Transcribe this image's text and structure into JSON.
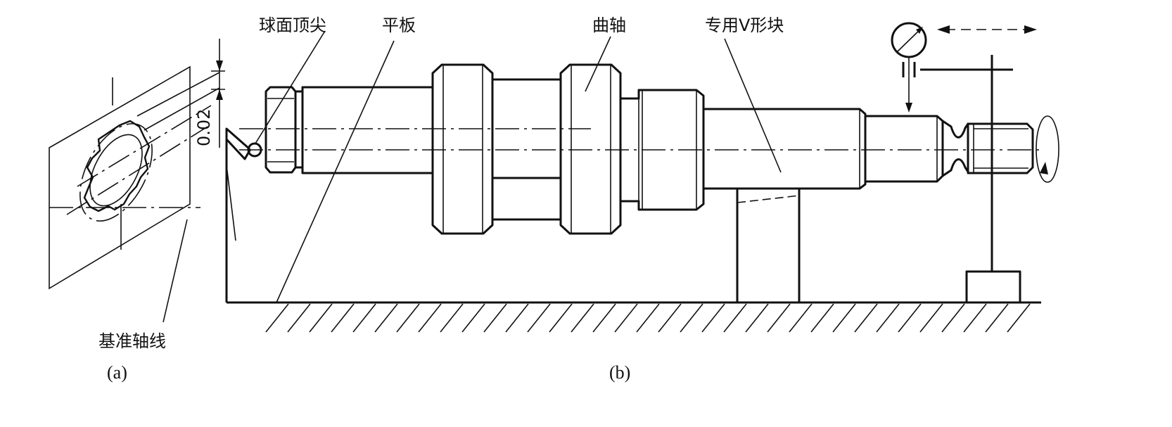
{
  "labels": {
    "ball_center": "球面顶尖",
    "flat_plate": "平板",
    "crankshaft": "曲轴",
    "v_block": "专用V形块",
    "datum_axis": "基准轴线",
    "tolerance": "0.02"
  },
  "captions": {
    "a": "(a)",
    "b": "(b)"
  }
}
